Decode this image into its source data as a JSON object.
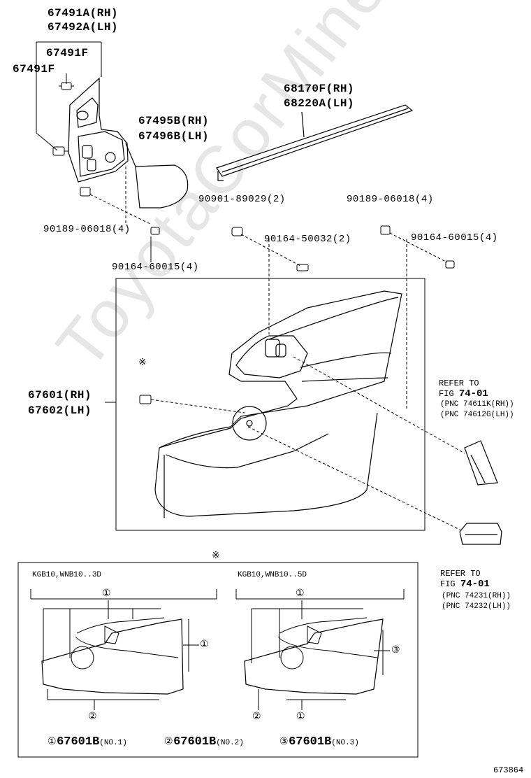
{
  "watermark": "ToyotaCorMine.ru",
  "parts": {
    "p67491A": "67491A(RH)",
    "p67492A": "67492A(LH)",
    "p67491F_a": "67491F",
    "p67491F_b": "67491F",
    "p67495B": "67495B(RH)",
    "p67496B": "67496B(LH)",
    "p68170F": "68170F(RH)",
    "p68220A": "68220A(LH)",
    "p90901": "90901-89029(2)",
    "p90189_right": "90189-06018(4)",
    "p90189_left": "90189-06018(4)",
    "p90164_50032": "90164-50032(2)",
    "p90164_60015_right": "90164-60015(4)",
    "p90164_60015_left": "90164-60015(4)",
    "p67601": "67601(RH)",
    "p67602": "67602(LH)"
  },
  "refs": {
    "ref1": {
      "refer": "REFER TO",
      "fig": "FIG ",
      "fignum": "74-01",
      "pnc1": "(PNC 74611K(RH))",
      "pnc2": "(PNC 74612G(LH))"
    },
    "ref2": {
      "refer": "REFER TO",
      "fig": "FIG ",
      "fignum": "74-01",
      "pnc1": "(PNC 74231(RH))",
      "pnc2": "(PNC 74232(LH))"
    }
  },
  "asterisk": "※",
  "inset": {
    "left_title": "KGB10,WNB10..3D",
    "right_title": "KGB10,WNB10..5D",
    "callouts": {
      "c1": "①",
      "c2": "②",
      "c3": "③"
    },
    "legend": [
      {
        "mark": "①",
        "part": "67601B",
        "note": "(NO.1)"
      },
      {
        "mark": "②",
        "part": "67601B",
        "note": "(NO.2)"
      },
      {
        "mark": "③",
        "part": "67601B",
        "note": "(NO.3)"
      }
    ]
  },
  "figure_id": "673864"
}
